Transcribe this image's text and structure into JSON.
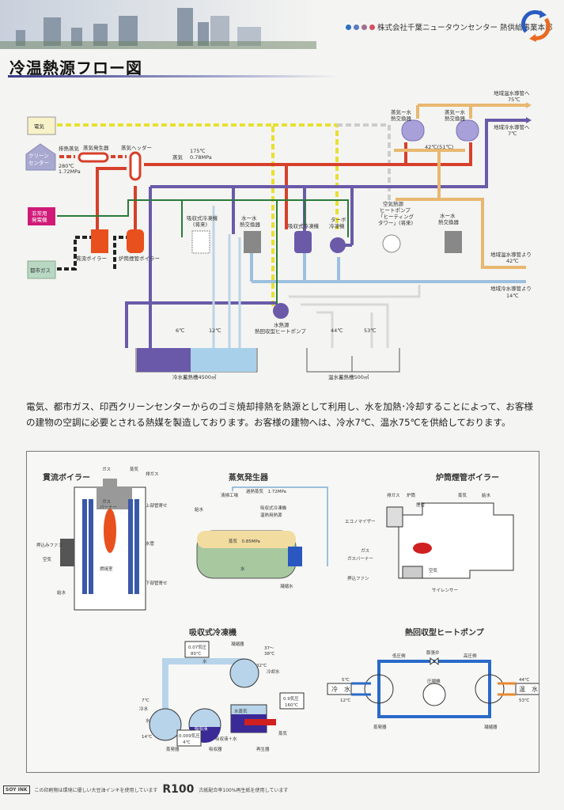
{
  "header": {
    "company": "株式会社千葉ニュータウンセンター 熱供給事業本部",
    "dot_colors": [
      "#2f6fc0",
      "#5a7cc0",
      "#a07090",
      "#d05060"
    ],
    "logo_icon": "circular-arrows-icon"
  },
  "title": "冷温熱源フロー図",
  "flow": {
    "electricity": "電気",
    "clean_center": [
      "クリーン",
      "センター"
    ],
    "waste_steam": "排熱蒸気",
    "waste_steam_cond": [
      "280℃",
      "1.72MPa"
    ],
    "steam_generator": "蒸気発生器",
    "steam_header": "蒸気ヘッダー",
    "steam": "蒸気",
    "steam_cond": [
      "175℃",
      "0.78MPa"
    ],
    "emergency_gen": [
      "非常用",
      "発電機"
    ],
    "city_gas": "都市ガス",
    "once_through_boiler": "貫流ボイラー",
    "fire_tube_boiler": "炉筒煙管ボイラー",
    "absorption_future": [
      "吸収式冷凍機",
      "(将来)"
    ],
    "ww_hx_left": [
      "水ー水",
      "熱交換器"
    ],
    "absorption": "吸収式冷凍機",
    "turbo": [
      "ターボ",
      "冷凍機"
    ],
    "air_hp": [
      "空気熱源",
      "ヒートポンプ",
      "「ヒーティング",
      "タワー」(将来)"
    ],
    "ww_hx_right": [
      "水ー水",
      "熱交換器"
    ],
    "sw_hx1": [
      "蒸気ー水",
      "熱交換器"
    ],
    "sw_hx2": [
      "蒸気ー水",
      "熱交換器"
    ],
    "temp_42_51": "42℃(51℃)",
    "to_hot": [
      "地域温水導管へ",
      "75℃"
    ],
    "to_cold": [
      "地域冷水導管へ",
      "7℃"
    ],
    "from_hot": [
      "地域温水導管より",
      "42℃"
    ],
    "from_cold": [
      "地域冷水導管より",
      "14℃"
    ],
    "water_hp": [
      "水熱源",
      "熱回収型ヒートポンプ"
    ],
    "t6": "6℃",
    "t12": "12℃",
    "t44": "44℃",
    "t53": "53℃",
    "cold_tank": "冷水蓄熱槽4500㎥",
    "hot_tank": "温水蓄熱槽500㎥",
    "colors": {
      "steam": "#d6402a",
      "chilled": "#6a5aa8",
      "hot": "#e8b870",
      "return_cold": "#9cc0de",
      "electric": "#e8e030",
      "gas": "#222222",
      "green": "#2a7a3a"
    }
  },
  "description": "電気、都市ガス、印西クリーンセンターからのゴミ焼却排熱を熱源として利用し、水を加熱･冷却することによって、お客様の建物の空調に必要とされる熱媒を製造しております。お客様の建物へは、冷水7℃、温水75℃を供給しております。",
  "illustrations": {
    "once_through": {
      "title": "貫流ボイラー",
      "gas": "ガス",
      "steam": "蒸気",
      "exhaust": "排ガス",
      "burner": [
        "ガス",
        "バーナー"
      ],
      "upper": "上部管寄せ",
      "water_tube": "水管",
      "fan": "押込みファン",
      "air": "空気",
      "furnace": "燃焼室",
      "lower": "下部管寄せ",
      "feed": "給水"
    },
    "steam_gen": {
      "title": "蒸気発生器",
      "plant": "清掃工場",
      "superheated": "過熱蒸気　1.72MPa",
      "feed": "給水",
      "abs": "吸収式冷凍機",
      "heat": "温熱用熱源",
      "steam": "蒸気　0.85MPa",
      "water": "水",
      "condensate": "凝縮水"
    },
    "fire_tube": {
      "title": "炉筒煙管ボイラー",
      "exhaust": "排ガス",
      "furnace": "炉筒",
      "smoke": "煙管",
      "steam": "蒸気",
      "feed": "給水",
      "economizer": "エコノマイザー",
      "gas": "ガス",
      "burner": "ガスバーナー",
      "fan": "押込ファン",
      "air": "空気",
      "silencer": "サイレンサー"
    },
    "absorption": {
      "title": "吸収式冷凍機",
      "box1": [
        "0.07気圧",
        "80℃"
      ],
      "condenser": "凝縮器",
      "cool_in": [
        "37〜",
        "38℃"
      ],
      "cool_out": "32℃",
      "cooling_water": "冷却水",
      "box2": [
        "0.9気圧",
        "160℃"
      ],
      "cold_water": "冷水",
      "t7": "7℃",
      "water": "水",
      "t14": "14℃",
      "box3": [
        "0.009気圧",
        "4℃"
      ],
      "absorbent": "吸収液",
      "vapor": "水蒸気",
      "solution": "吸収液＋水",
      "steam": "蒸気",
      "evaporator": "蒸発器",
      "absorber": "吸収器",
      "regenerator": "再生器",
      "water_label": "水"
    },
    "heat_pump": {
      "title": "熱回収型ヒートポンプ",
      "valve": "膨張弁",
      "low": "低圧側",
      "high": "高圧側",
      "compressor": "圧縮機",
      "t5": "5℃",
      "cold": "冷　水",
      "t12": "12℃",
      "t44": "44℃",
      "hot": "温　水",
      "t53": "53℃",
      "evaporator": "蒸発器",
      "condenser": "凝縮器"
    }
  },
  "footer": {
    "soy_logo": "SOY INK",
    "soy_text": "この印刷物は環境に優しい大豆油インキを使用しています",
    "r100_logo": "R100",
    "r100_text": "古紙配合率100%再生紙を使用しています"
  }
}
